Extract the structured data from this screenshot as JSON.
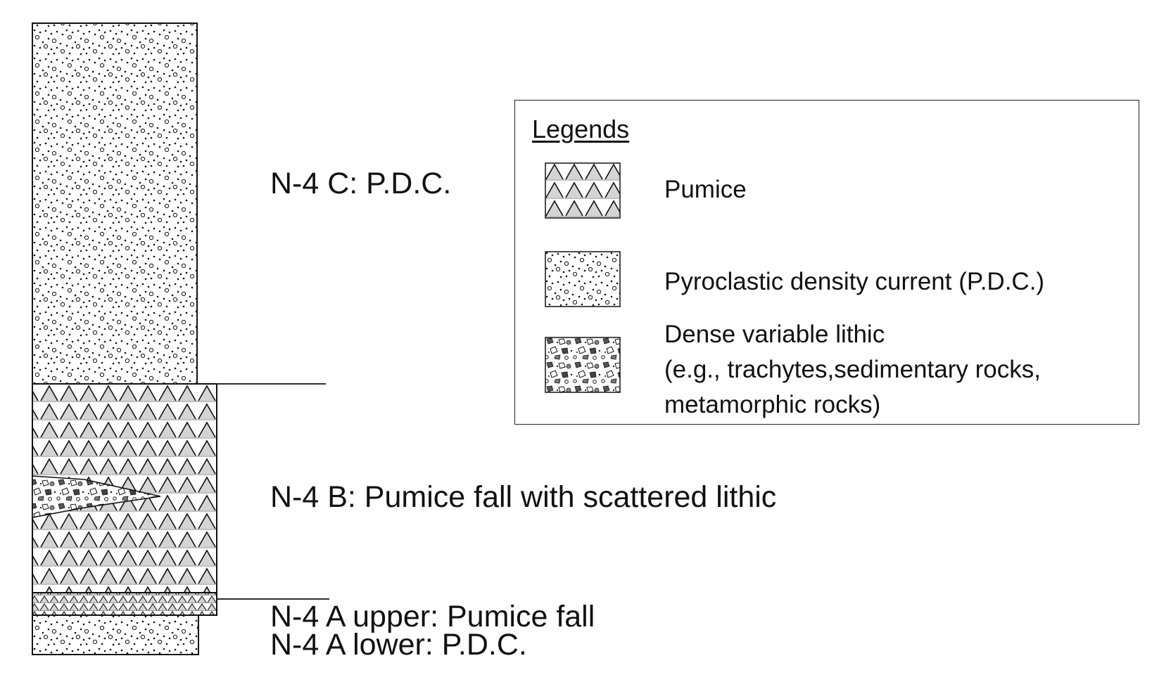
{
  "layers": [
    {
      "id": "c",
      "label": "N-4 C: P.D.C.",
      "lithology": "pdc"
    },
    {
      "id": "b",
      "label": "N-4 B: Pumice fall with scattered lithic",
      "lithology": "pumice"
    },
    {
      "id": "a_upper",
      "label": "N-4 A upper: Pumice fall",
      "lithology": "pumice"
    },
    {
      "id": "a_lower",
      "label": "N-4 A lower: P.D.C.",
      "lithology": "pdc"
    }
  ],
  "legend": {
    "title": "Legends",
    "items": [
      {
        "pattern": "pumice",
        "lines": [
          "Pumice"
        ]
      },
      {
        "pattern": "pdc",
        "lines": [
          "Pyroclastic density current (P.D.C.)"
        ]
      },
      {
        "pattern": "lithic",
        "lines": [
          "Dense variable lithic",
          "(e.g., trachytes,sedimentary rocks,",
          "metamorphic rocks)"
        ]
      }
    ]
  },
  "colors": {
    "ink": "#111111",
    "background": "#ffffff"
  }
}
